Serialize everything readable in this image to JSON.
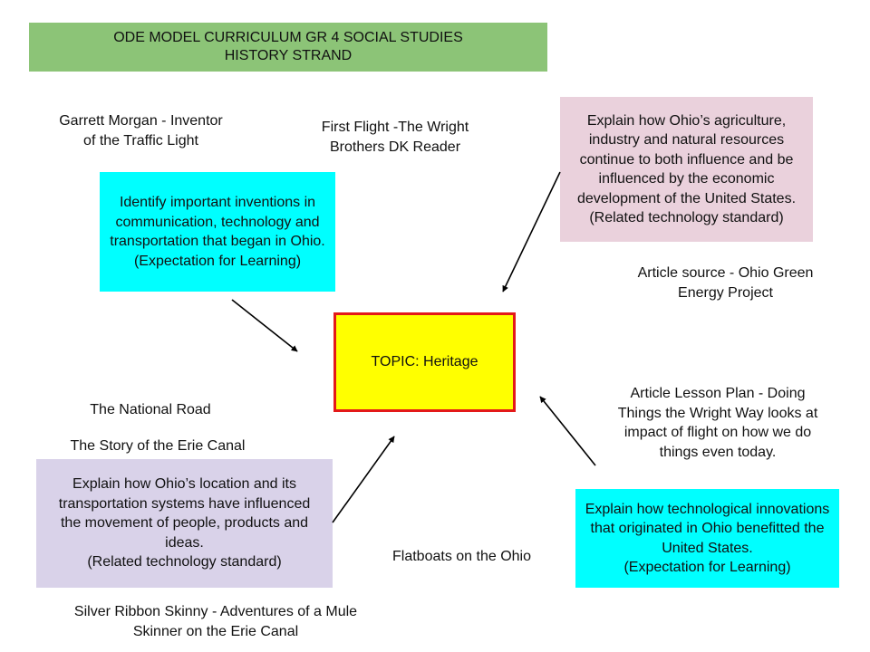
{
  "title": {
    "line1": "ODE MODEL CURRICULUM  GR 4 SOCIAL STUDIES",
    "line2": "HISTORY STRAND"
  },
  "center": {
    "topic": "TOPIC: Heritage"
  },
  "boxes": {
    "inventions": "Identify important inventions in communication, technology and transportation that began in Ohio.\n(Expectation for Learning)",
    "agriculture": "Explain how Ohio’s agriculture, industry and natural resources continue to both influence and be influenced by the economic development of the United States.\n(Related technology standard)",
    "location": "Explain how Ohio’s location and its transportation systems have influenced the movement of people, products and ideas.\n(Related technology standard)",
    "innovations": "Explain how technological innovations that originated in Ohio benefitted the United States.\n(Expectation for Learning)"
  },
  "resources": {
    "garrett_morgan": "Garrett Morgan - Inventor\nof the Traffic Light",
    "first_flight": "First Flight -The Wright\nBrothers DK Reader",
    "ohio_green_energy": "Article source - Ohio Green\nEnergy Project",
    "national_road": "The National Road",
    "erie_canal_story": "The Story of the Erie Canal",
    "wright_way": "Article Lesson Plan - Doing\nThings the Wright Way looks at\nimpact of flight on how we do\nthings even today.",
    "flatboats": "Flatboats on the Ohio",
    "silver_ribbon": "Silver Ribbon Skinny - Adventures of a Mule\nSkinner on the Erie Canal"
  },
  "colors": {
    "title_bg": "#8cc477",
    "cyan_box": "#00ffff",
    "pink_box": "#ead1dc",
    "lavender_box": "#d9d2e9",
    "topic_bg": "#ffff00",
    "topic_border": "#e31919",
    "arrow": "#000000"
  }
}
